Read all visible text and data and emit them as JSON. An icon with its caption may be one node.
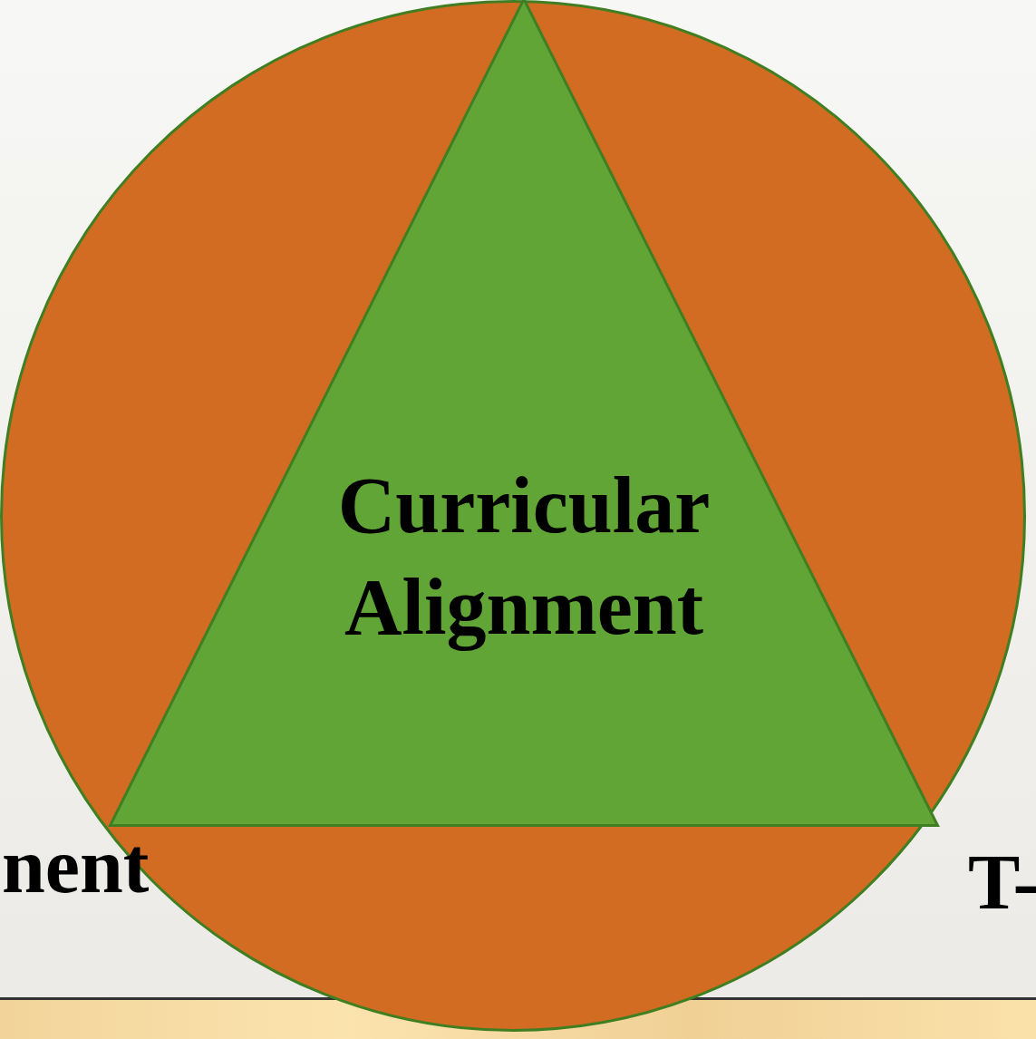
{
  "diagram": {
    "nodes": [
      {
        "text": [],
        "shape": "circle"
      },
      {
        "text": [
          "Curricular Alignment"
        ],
        "in": 0
      }
    ],
    "edges": [],
    "labels": [
      "nent",
      "T-"
    ]
  }
}
